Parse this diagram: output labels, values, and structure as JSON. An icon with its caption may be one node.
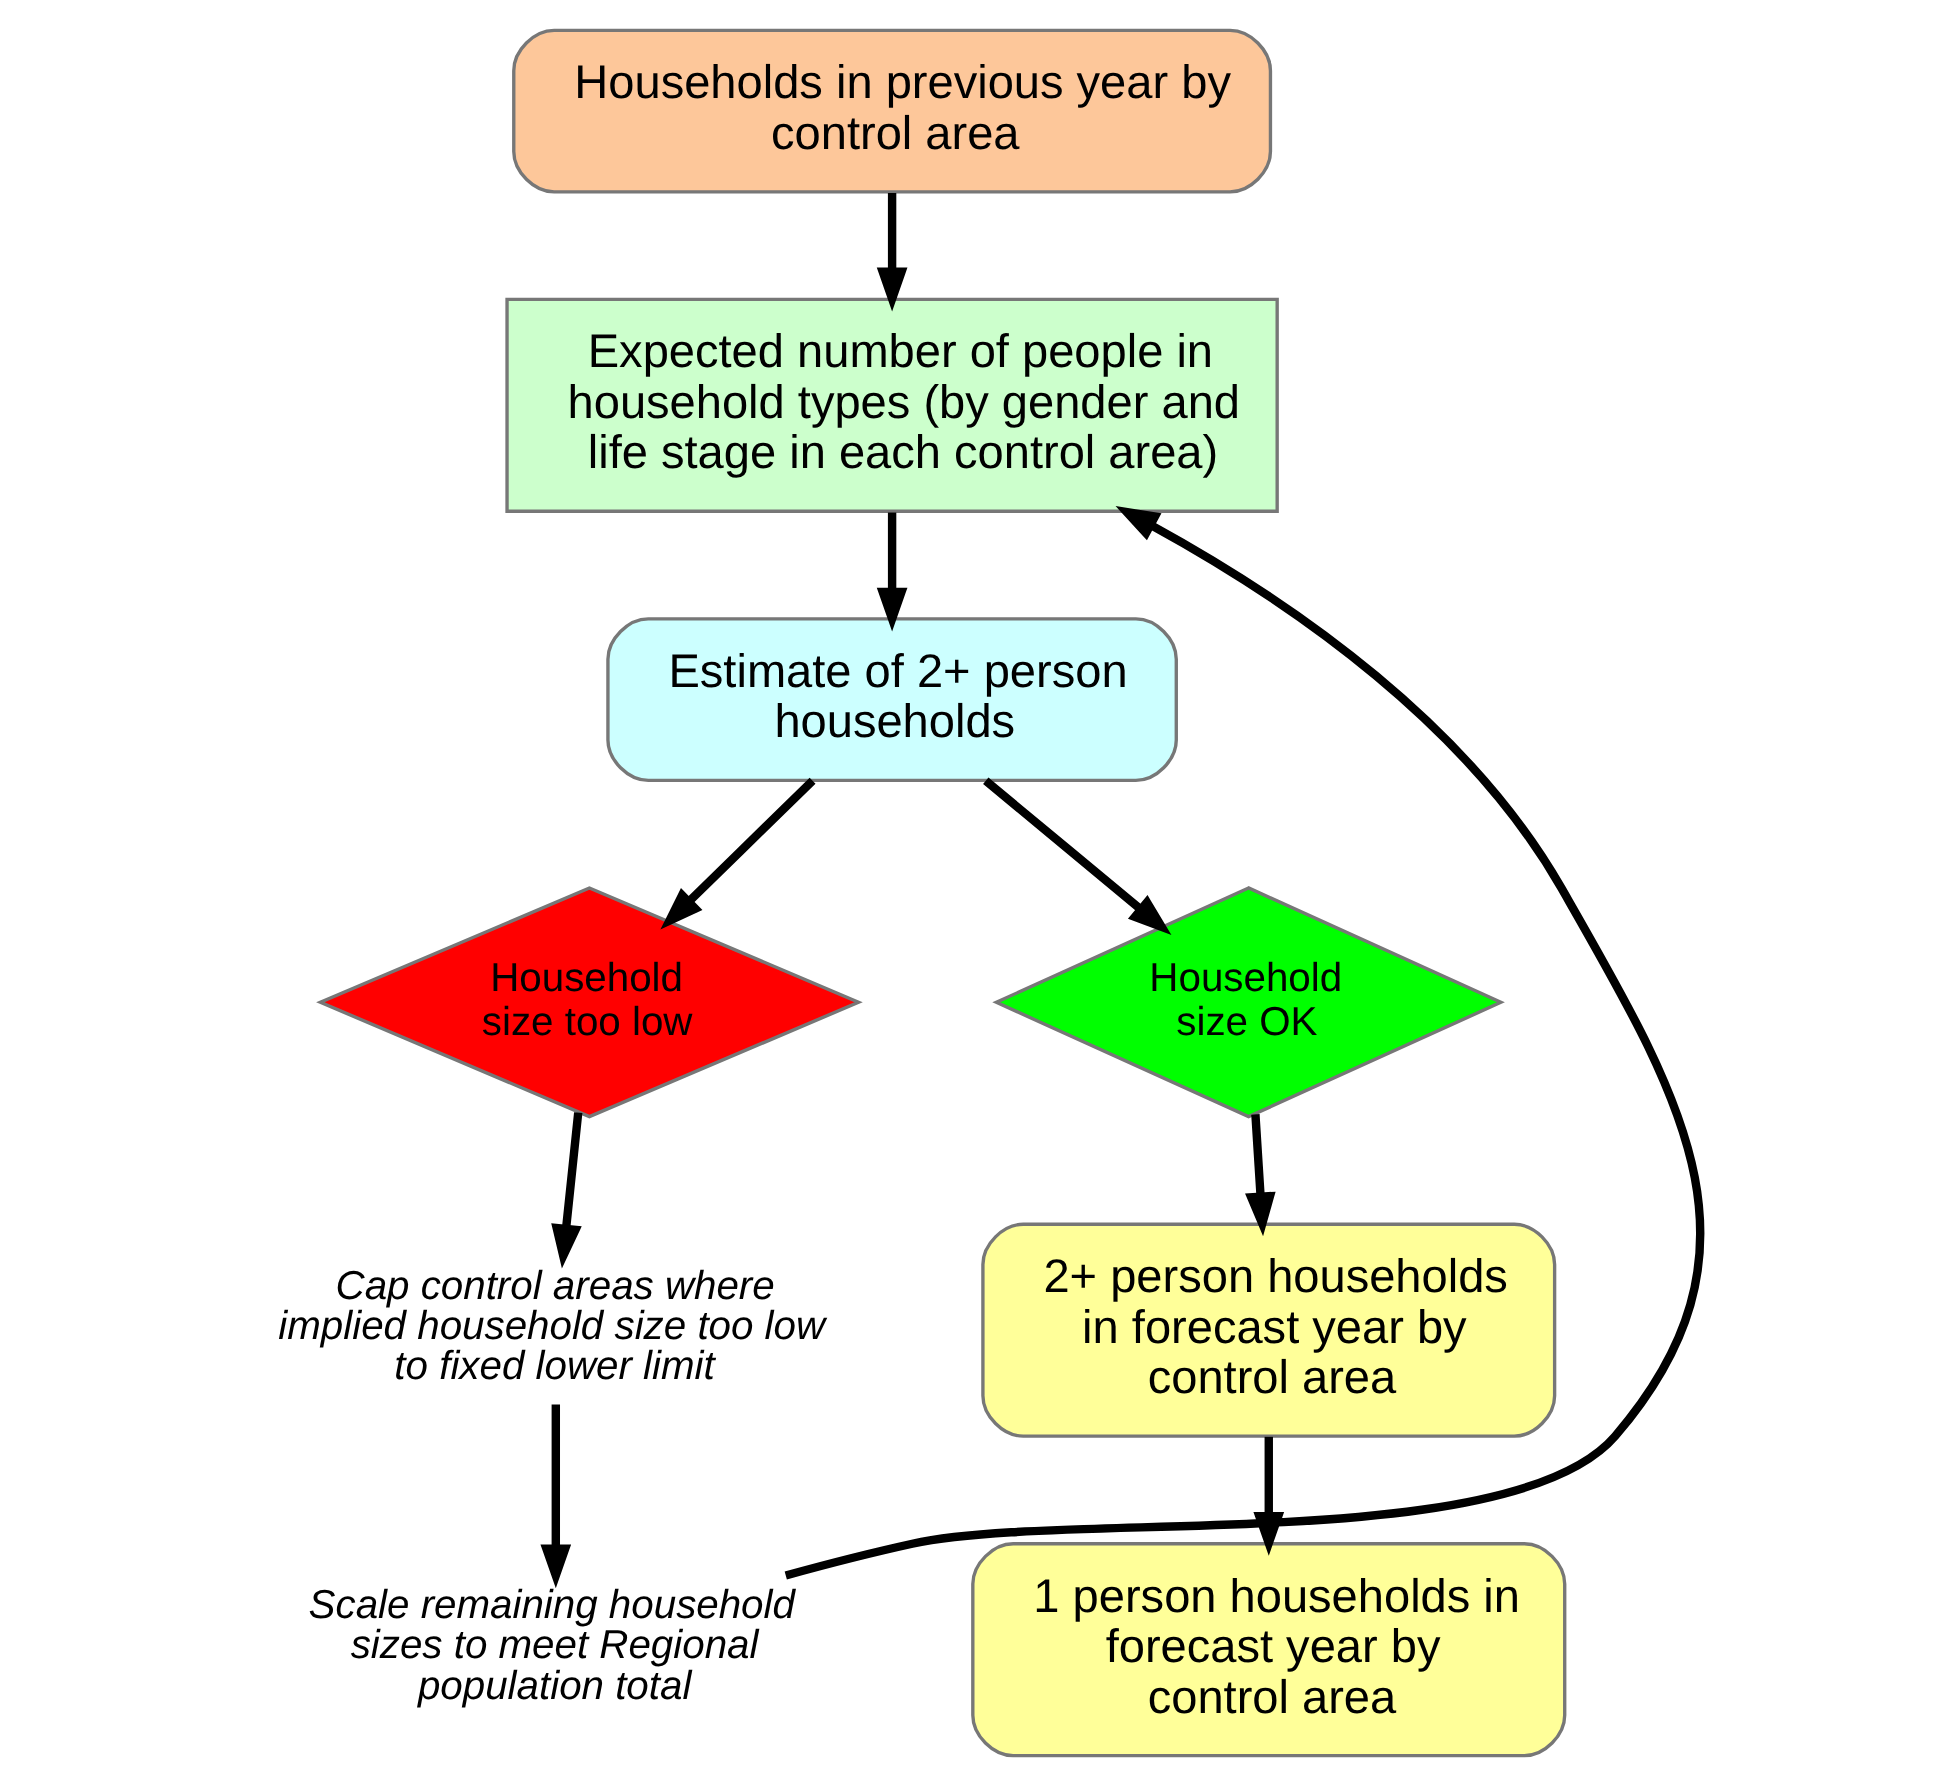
{
  "diagram": {
    "nodes": [
      {
        "text": [
          "Households in previous year by control area"
        ]
      },
      {
        "text": [
          "Expected number of people in household types (by gender and life stage in each control area)"
        ]
      },
      {
        "text": [
          "Estimate of 2+ person households"
        ]
      },
      {
        "text": [
          "Household size too low"
        ]
      },
      {
        "text": [
          "Household size OK"
        ]
      },
      {
        "text": [
          "2+ person households in forecast year by control area"
        ]
      },
      {
        "text": [
          "1 person households in forecast year by control area"
        ]
      },
      {
        "text": [
          "Cap control areas where implied household size too low to fixed lower limit"
        ]
      },
      {
        "text": [
          "Scale remaining household sizes to meet Regional population total"
        ]
      }
    ],
    "edges": [
      {
        "from": 0,
        "to": 1,
        "arrow": "to"
      },
      {
        "from": 1,
        "to": 2,
        "arrow": "to"
      },
      {
        "from": 2,
        "to": 3,
        "arrow": "to"
      },
      {
        "from": 2,
        "to": 4,
        "arrow": "to"
      },
      {
        "from": 4,
        "to": 5,
        "arrow": "to"
      },
      {
        "from": 5,
        "to": 6,
        "arrow": "to"
      },
      {
        "from": 3,
        "to": 7,
        "arrow": "to"
      },
      {
        "from": 7,
        "to": 8,
        "arrow": "to"
      },
      {
        "from": 8,
        "to": 1,
        "arrow": "to"
      }
    ]
  }
}
